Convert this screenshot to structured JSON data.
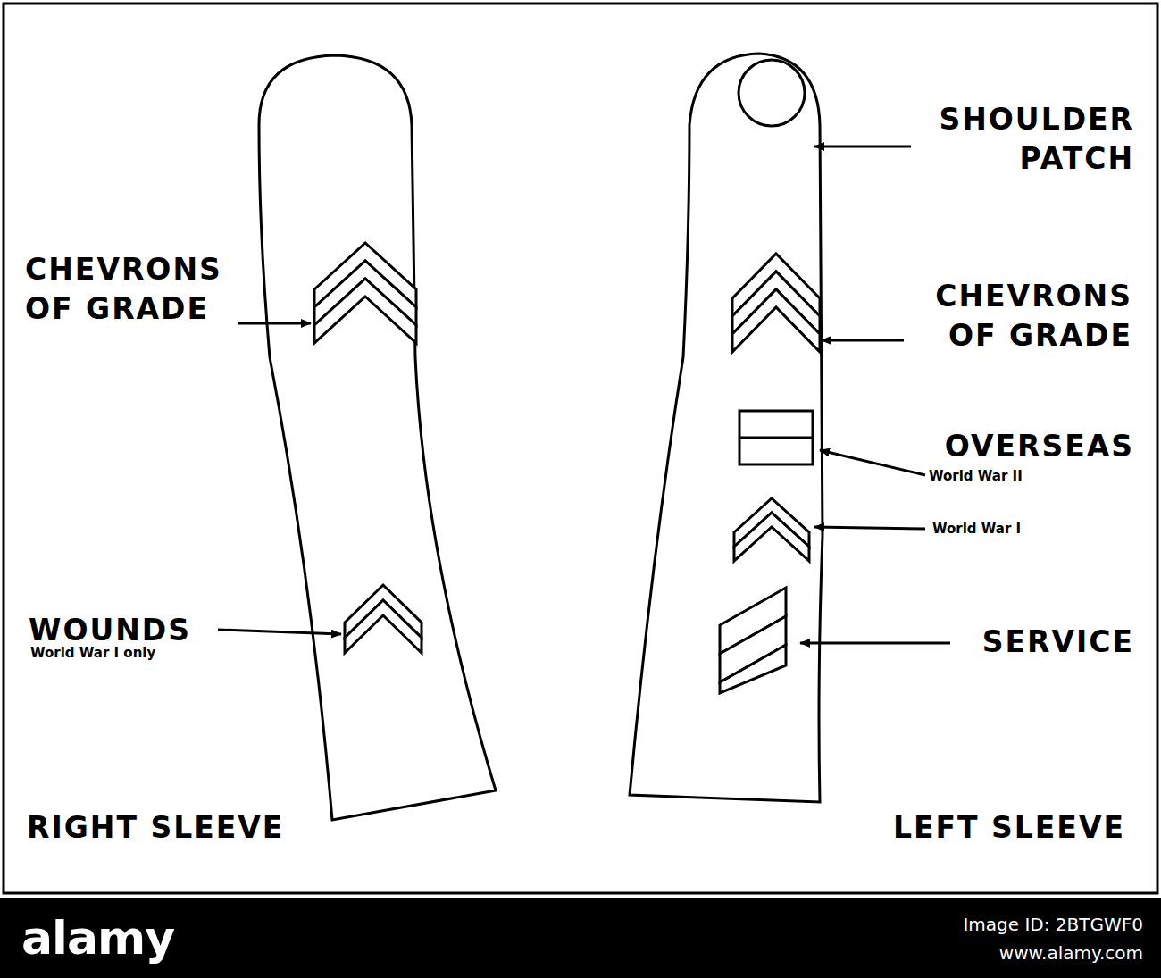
{
  "diagram": {
    "labels": [
      "SHOULDER PATCH",
      "CHEVRONS OF GRADE",
      "CHEVRONS OF GRADE",
      "OVERSEAS",
      "World War II",
      "World War I",
      "WOUNDS",
      "World War I only",
      "SERVICE",
      "RIGHT SLEEVE",
      "LEFT SLEEVE",
      "alamy",
      "Image ID: 2BTGWF0",
      "www.alamy.com"
    ]
  }
}
